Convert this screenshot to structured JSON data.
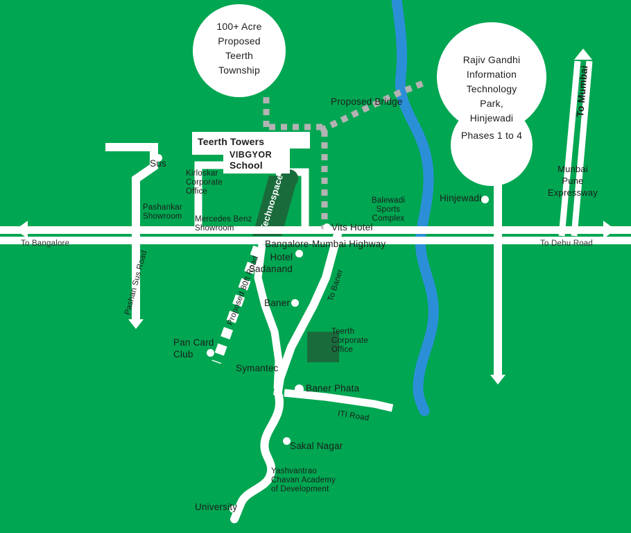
{
  "map": {
    "background_color": "#00a651",
    "road_color": "#ffffff",
    "river_color": "#2b8fd8",
    "building_color": "#1a6b3c",
    "text_color": "#1d1d1b",
    "dotted_color": "#b3b3b3"
  },
  "callouts": {
    "township": "100+ Acre\nProposed\nTeerth\nTownship",
    "it_park": "Rajiv Gandhi\nInformation\nTechnology\nPark,\nHinjewadi",
    "it_park_phases": "Phases 1 to 4"
  },
  "highway": {
    "name": "Bangalore-Mumbai Highway",
    "to_left": "To Bangalore",
    "to_right": "To Dehu Road"
  },
  "expressway": {
    "to_mumbai": "To Mumbai",
    "name": "Munbai\nPune\nExpressway"
  },
  "roads": {
    "pashan_sus": "Pashan Sus Road",
    "proposed_80ft": "Proposed 80ft Road",
    "to_baner": "To Baner",
    "iti_road": "ITI Road"
  },
  "landmarks": [
    {
      "id": "sus",
      "label": "Sus"
    },
    {
      "id": "pashankar",
      "label": "Pashankar\nShowroom"
    },
    {
      "id": "teerth-towers",
      "label": "Teerth Towers"
    },
    {
      "id": "vibgyor",
      "label": "VIBGYOR"
    },
    {
      "id": "vibgyor-school",
      "label": "School"
    },
    {
      "id": "kirloskar",
      "label": "Kirloskar\nCorporate\nOffice"
    },
    {
      "id": "mercedes",
      "label": "Mercedes Benz\nShowroom"
    },
    {
      "id": "technospace",
      "label": "Technospace"
    },
    {
      "id": "proposed-bridge",
      "label": "Proposed Bridge"
    },
    {
      "id": "balewadi",
      "label": "Balewadi\nSports\nComplex"
    },
    {
      "id": "hinjewadi",
      "label": "Hinjewadi"
    },
    {
      "id": "vits-hotel",
      "label": "Vits Hotel"
    },
    {
      "id": "hotel-sadanand",
      "label": "Hotel\nSadanand"
    },
    {
      "id": "baner",
      "label": "Baner"
    },
    {
      "id": "teerth-corporate",
      "label": "Teerth\nCorporate\nOffice"
    },
    {
      "id": "pan-card-club",
      "label": "Pan Card\nClub"
    },
    {
      "id": "symantec",
      "label": "Symantec"
    },
    {
      "id": "baner-phata",
      "label": "Baner Phata"
    },
    {
      "id": "sakal-nagar",
      "label": "Sakal Nagar"
    },
    {
      "id": "yashvantrao",
      "label": "Yashvantrao\nChavan Academy\nof Development"
    },
    {
      "id": "university",
      "label": "University"
    }
  ]
}
